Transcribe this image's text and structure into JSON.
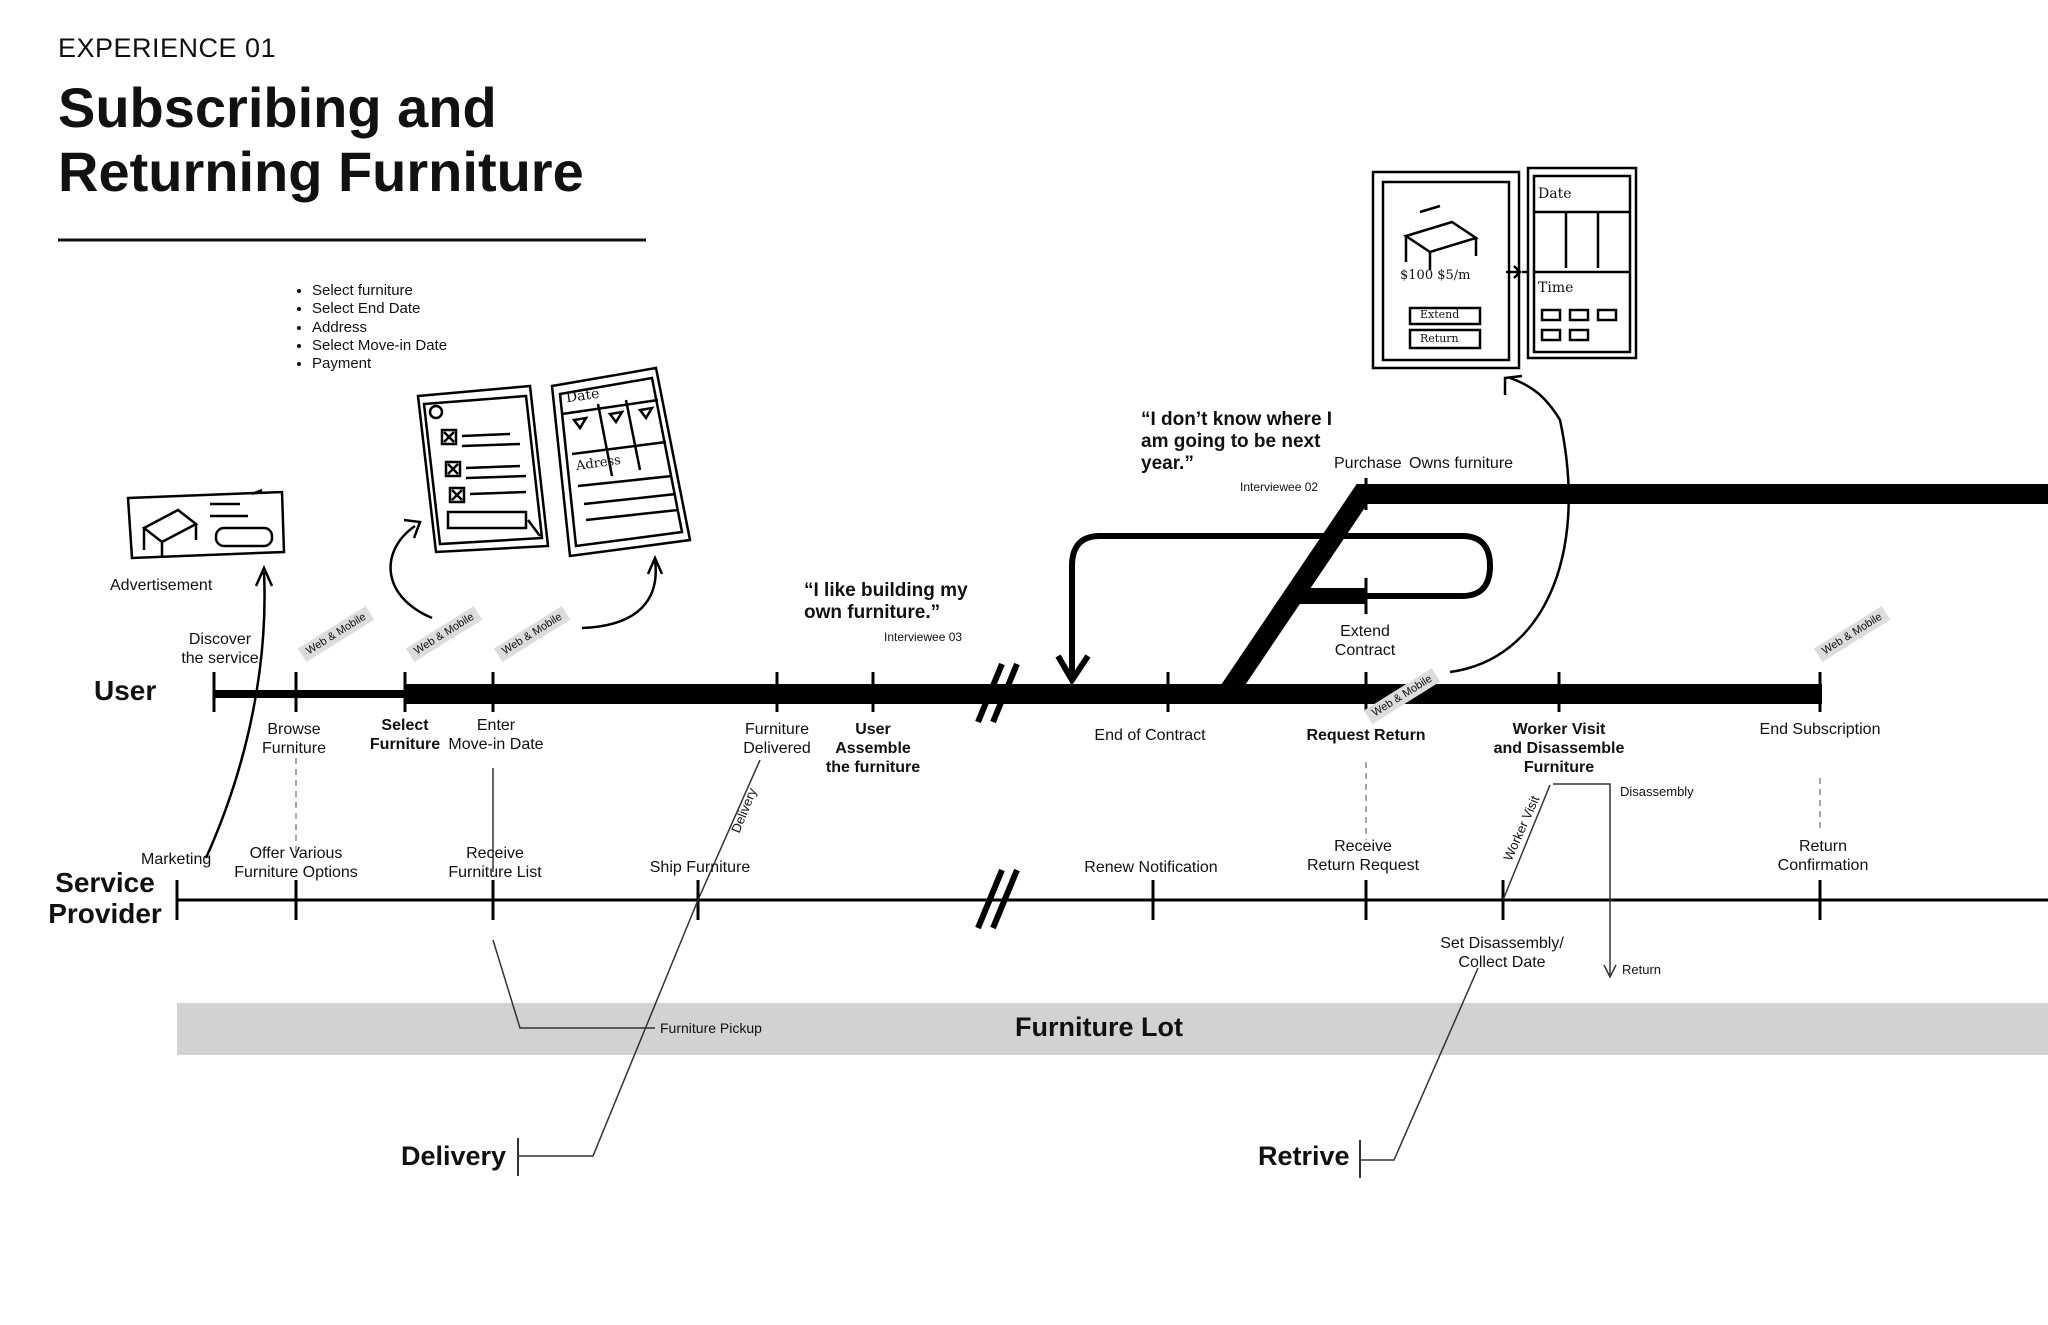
{
  "header": {
    "eyebrow": "EXPERIENCE 01",
    "title_line1": "Subscribing and",
    "title_line2": "Returning Furniture"
  },
  "lanes": {
    "user": "User",
    "provider_line1": "Service",
    "provider_line2": "Provider",
    "lot": "Furniture Lot",
    "delivery": "Delivery",
    "retrive": "Retrive"
  },
  "checklist": [
    "Select furniture",
    "Select End Date",
    "Address",
    "Select Move-in Date",
    "Payment"
  ],
  "chip_label": "Web & Mobile",
  "sketch_labels": {
    "advertisement": "Advertisement"
  },
  "quotes": {
    "q1": "“I like building my own furniture.”",
    "q1_by": "Interviewee 03",
    "q2": "“I don’t know where I am going to be next year.”",
    "q2_by": "Interviewee 02"
  },
  "user_steps": {
    "discover": [
      "Discover",
      "the service"
    ],
    "browse": [
      "Browse",
      "Furniture"
    ],
    "select": [
      "Select",
      "Furniture"
    ],
    "enter": [
      "Enter",
      "Move-in Date"
    ],
    "delivered": [
      "Furniture",
      "Delivered"
    ],
    "assemble": [
      "User",
      "Assemble",
      "the furniture"
    ],
    "end_contract": "End of Contract",
    "request_return": "Request Return",
    "worker_visit": [
      "Worker Visit",
      "and Disassemble",
      "Furniture"
    ],
    "end_subscription": "End Subscription",
    "purchase": "Purchase",
    "owns": "Owns furniture",
    "extend": [
      "Extend",
      "Contract"
    ]
  },
  "provider_steps": {
    "marketing": "Marketing",
    "offer": [
      "Offer Various",
      "Furniture Options"
    ],
    "receive_list": [
      "Receive",
      "Furniture List"
    ],
    "ship": "Ship Furniture",
    "renew": "Renew Notification",
    "receive_return": [
      "Receive",
      "Return Request"
    ],
    "return_confirm": [
      "Return",
      "Confirmation"
    ],
    "set_date": [
      "Set Disassembly/",
      "Collect Date"
    ]
  },
  "flow_labels": {
    "delivery": "Delivery",
    "worker_visit": "Worker Visit",
    "disassembly": "Disassembly",
    "return": "Return",
    "pickup": "Furniture Pickup"
  },
  "sketch_texts": {
    "date": "Date",
    "address": "Adress",
    "time": "Time",
    "price": "$100 $5/m",
    "extend": "Extend",
    "return": "Return"
  }
}
